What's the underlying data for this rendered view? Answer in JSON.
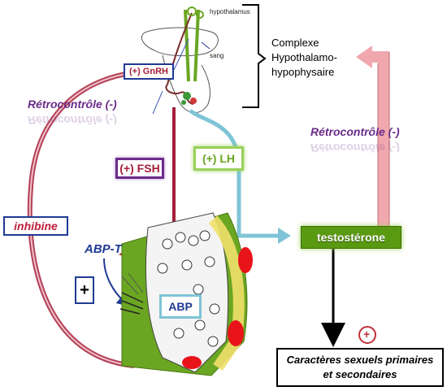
{
  "labels": {
    "hypothalamus": "hypothalamus",
    "sang": "sang",
    "complexe": "Complexe Hypothalamo-hypophysaire",
    "gnrh": "(+) GnRH",
    "retro_left": "Rétrocontrôle (-)",
    "retro_right": "Rétrocontrôle (-)",
    "fsh": "(+) FSH",
    "lh": "(+) LH",
    "inhibine": "inhibine",
    "abp_t": "ABP-T",
    "plus_box": "+",
    "abp": "ABP",
    "testosterone": "testostérone",
    "plus_circle": "+",
    "caracteres": "Caractères sexuels primaires et secondaires"
  },
  "colors": {
    "purple": "#6a2c8a",
    "dark_red": "#a6203a",
    "green": "#6aa621",
    "testo_green": "#5a9a12",
    "blue": "#1f3a93",
    "light_blue": "#7fc4d6",
    "pink": "#f0a8ae"
  }
}
